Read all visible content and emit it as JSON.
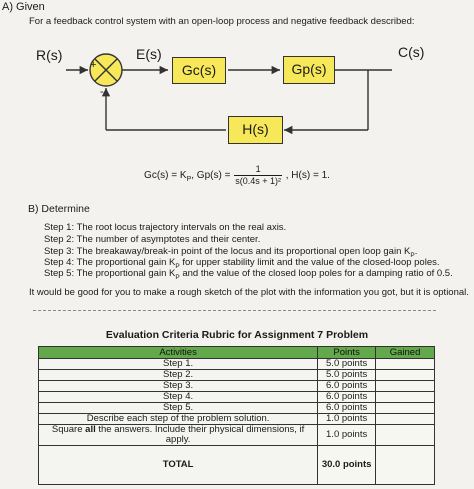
{
  "section_a": "A) Given",
  "intro": "For a feedback control system with an open-loop process and negative feedback described:",
  "diagram": {
    "input": "R(s)",
    "plus": "+",
    "minus": "-",
    "error": "E(s)",
    "controller": "Gc(s)",
    "plant": "Gp(s)",
    "output": "C(s)",
    "feedback": "H(s)"
  },
  "equation": {
    "left": "Gc(s) = K",
    "sub_p": "P",
    "mid": ", Gp(s) =",
    "num": "1",
    "den": "s(0.4s + 1)²",
    "right": ", H(s) = 1."
  },
  "section_b": "B) Determine",
  "steps": [
    {
      "text": "Step 1: The root locus trajectory intervals on the real axis."
    },
    {
      "text": "Step 2: The number of asymptotes and their center."
    },
    {
      "a": "Step 3: The breakaway/break-in point of the locus and its proportional open loop gain K",
      "b": "."
    },
    {
      "a": "Step 4: The proportional gain K",
      "b": " for upper stability limit and the value of the closed-loop poles."
    },
    {
      "a": "Step 5: The proportional gain K",
      "b": " and the value of the closed loop poles for a damping ratio of 0.5."
    }
  ],
  "sub_p": "P",
  "note": "It would be good for you to make a rough sketch of the plot with the information you got, but it is optional.",
  "rubric": {
    "title": "Evaluation Criteria Rubric for Assignment 7 Problem",
    "headers": [
      "Activities",
      "Points",
      "Gained"
    ],
    "rows": [
      {
        "activity": "Step 1.",
        "points": "5.0 points",
        "gained": ""
      },
      {
        "activity": "Step 2.",
        "points": "5.0 points",
        "gained": ""
      },
      {
        "activity": "Step 3.",
        "points": "6.0 points",
        "gained": ""
      },
      {
        "activity": "Step 4.",
        "points": "6.0 points",
        "gained": ""
      },
      {
        "activity": "Step 5.",
        "points": "6.0 points",
        "gained": ""
      },
      {
        "activity": "Describe each step of the problem solution.",
        "points": "1.0 points",
        "gained": ""
      }
    ],
    "last_row": {
      "a": "Square ",
      "b": "all",
      "c": " the answers. Include their physical dimensions, if apply.",
      "points": "1.0 points",
      "gained": ""
    },
    "total": {
      "label": "TOTAL",
      "points": "30.0 points",
      "gained": ""
    }
  }
}
